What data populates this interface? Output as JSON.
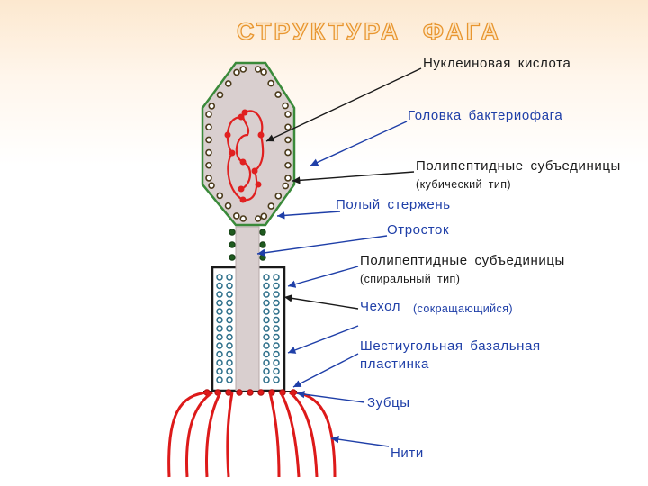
{
  "title": "СТРУКТУРА ФАГА",
  "labels": {
    "nucleic_acid": "Нуклеиновая кислота",
    "head": "Головка бактериофага",
    "polypeptide_cubic": "Полипептидные субъединицы",
    "cubic_type": "(кубический тип)",
    "hollow_rod": "Полый стержень",
    "process": "Отросток",
    "polypeptide_spiral": "Полипептидные субъединицы",
    "spiral_type": "(спиральный тип)",
    "sheath": "Чехол",
    "sheath_note": "(сокращающийся)",
    "base_plate_line1": "Шестиугольная базальная",
    "base_plate_line2": "пластинка",
    "teeth": "Зубцы",
    "fibers": "Нити"
  },
  "colors": {
    "title_stroke": "#e8952f",
    "head_fill": "#d9cfcf",
    "head_outline": "#3a8a3a",
    "dna": "#e02020",
    "label_blue": "#1f3fa8",
    "label_black": "#1a1a1a",
    "sheath_bead": "#2d6f8a",
    "tail_fiber": "#dd1a1a"
  }
}
